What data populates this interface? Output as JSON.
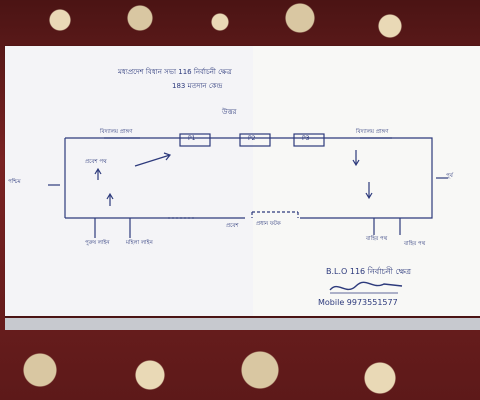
{
  "header": {
    "line1": "মধ্যপ্রদেশ বিধান সভা 116 নির্বাচনী ক্ষেত্র",
    "line2": "183 মতদান কেন্দ্র"
  },
  "labels": {
    "top_center": "উত্তর",
    "top_left_room": "বিদ্যালয় প্রাঙ্গণ",
    "room_1": "P1",
    "room_2": "P2",
    "room_3": "P3",
    "top_right_room": "বিদ্যালয় প্রাঙ্গণ",
    "left_side": "পশ্চিম",
    "right_side": "পূর্ব",
    "left_inner": "প্রবেশ পথ",
    "entry_marker": "প্রবেশ",
    "bottom_gate": "প্রধান ফটক",
    "bottom_left_1": "পুরুষ লাইন",
    "bottom_left_2": "মহিলা লাইন",
    "bottom_right_1": "বাহির পথ",
    "bottom_right_2": "বাহির পথ"
  },
  "signature": {
    "blo_line": "B.L.O 116 নির্বাচনী ক্ষেত্র",
    "mobile": "Mobile 9973551577"
  }
}
